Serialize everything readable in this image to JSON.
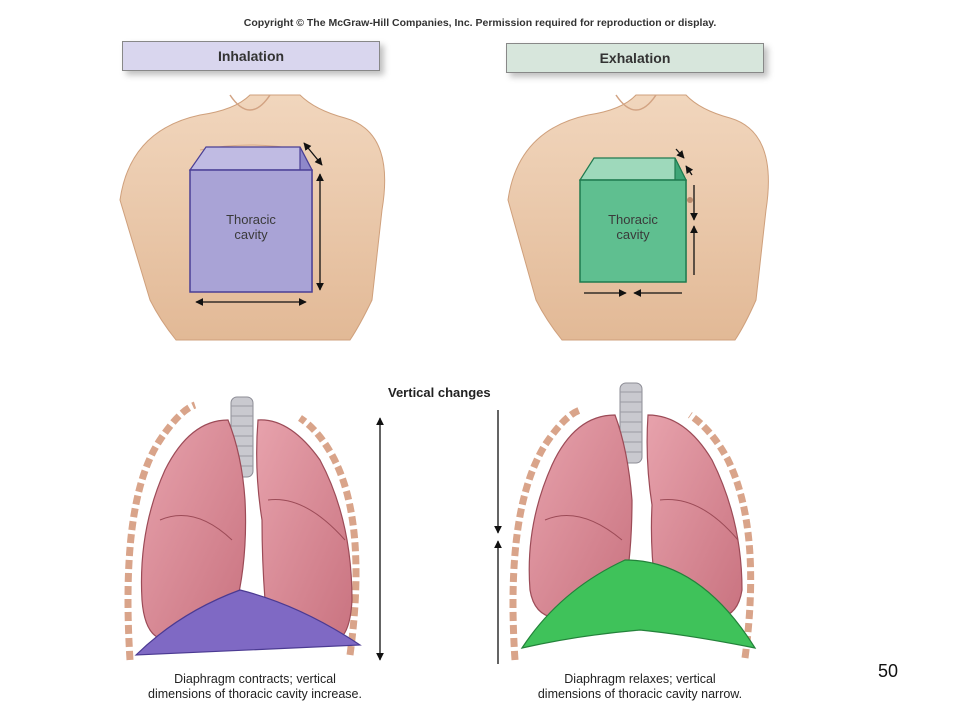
{
  "copyright": "Copyright © The McGraw-Hill Companies, Inc. Permission required for reproduction or display.",
  "panels": {
    "inhalation": {
      "header": "Inhalation",
      "box_label_line1": "Thoracic",
      "box_label_line2": "cavity",
      "box_color": "#a9a3d6",
      "diaphragm_color": "#7f69c4",
      "caption_line1": "Diaphragm contracts; vertical",
      "caption_line2": "dimensions of thoracic cavity increase."
    },
    "exhalation": {
      "header": "Exhalation",
      "box_label_line1": "Thoracic",
      "box_label_line2": "cavity",
      "box_color": "#5fbf90",
      "diaphragm_color": "#3fc25a",
      "caption_line1": "Diaphragm relaxes; vertical",
      "caption_line2": "dimensions of thoracic cavity narrow."
    }
  },
  "vertical_changes": "Vertical changes",
  "page_number": "50",
  "colors": {
    "skin": "#e8c4a2",
    "lung": "#d98a95",
    "trachea": "#c9c9cf",
    "rib": "#d9a48a"
  }
}
